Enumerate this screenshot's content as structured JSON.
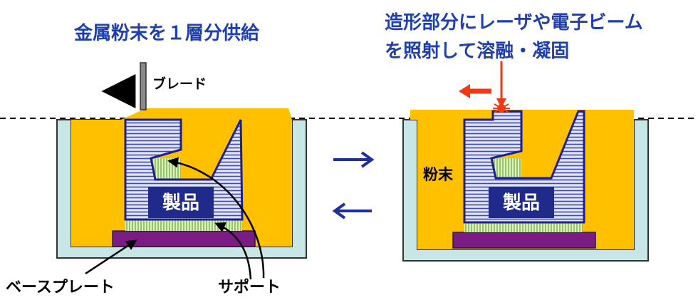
{
  "left_panel": {
    "title": "金属粉末を１層分供給",
    "blade_label": "ブレード",
    "product_label": "製品",
    "base_plate_label": "ベースプレート",
    "support_label": "サポート"
  },
  "right_panel": {
    "title_line1": "造形部分にレーザや電子ビーム",
    "title_line2": "を照射して溶融・凝固",
    "powder_label": "粉末",
    "product_label": "製品"
  },
  "colors": {
    "powder": "#FFC000",
    "tank_wall": "#C9E6E6",
    "product_fill": "#CDD3EE",
    "product_stroke": "#1F1F8C",
    "support": "#CFEFA6",
    "base_plate": "#7A1C83",
    "title_blue": "#1F3FB0",
    "laser_red": "#F03A14",
    "arrow_blue": "#1F2F9E"
  }
}
